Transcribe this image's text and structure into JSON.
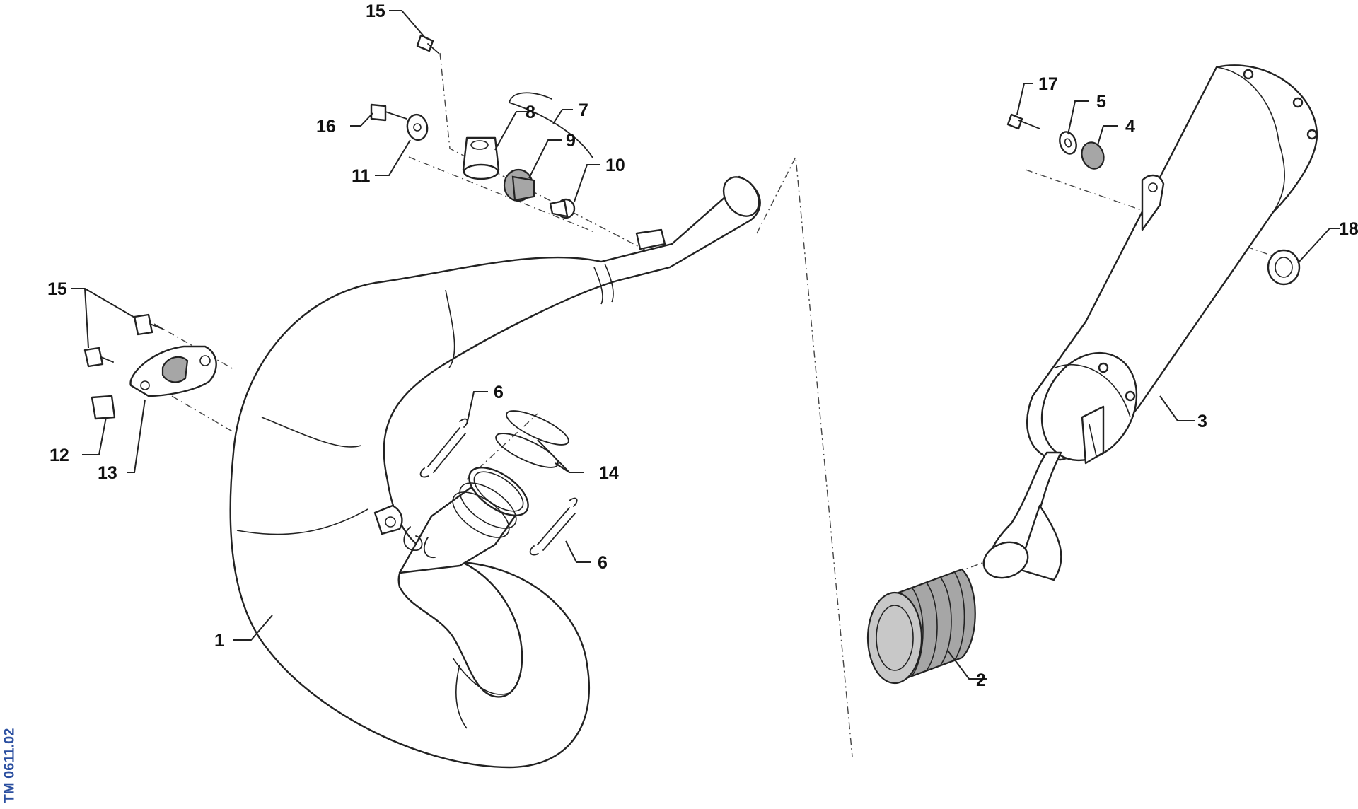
{
  "drawing_code": "TM 0611.02",
  "colors": {
    "line": "#222222",
    "drawing_code_text": "#2b4fa0",
    "rubber_fill": "#a6a6a6"
  },
  "callouts": {
    "c1": "1",
    "c2": "2",
    "c3": "3",
    "c4": "4",
    "c5": "5",
    "c6a": "6",
    "c6b": "6",
    "c7": "7",
    "c8": "8",
    "c9": "9",
    "c10": "10",
    "c11": "11",
    "c12": "12",
    "c13": "13",
    "c14": "14",
    "c15a": "15",
    "c15b": "15",
    "c16": "16",
    "c17": "17",
    "c18": "18"
  }
}
